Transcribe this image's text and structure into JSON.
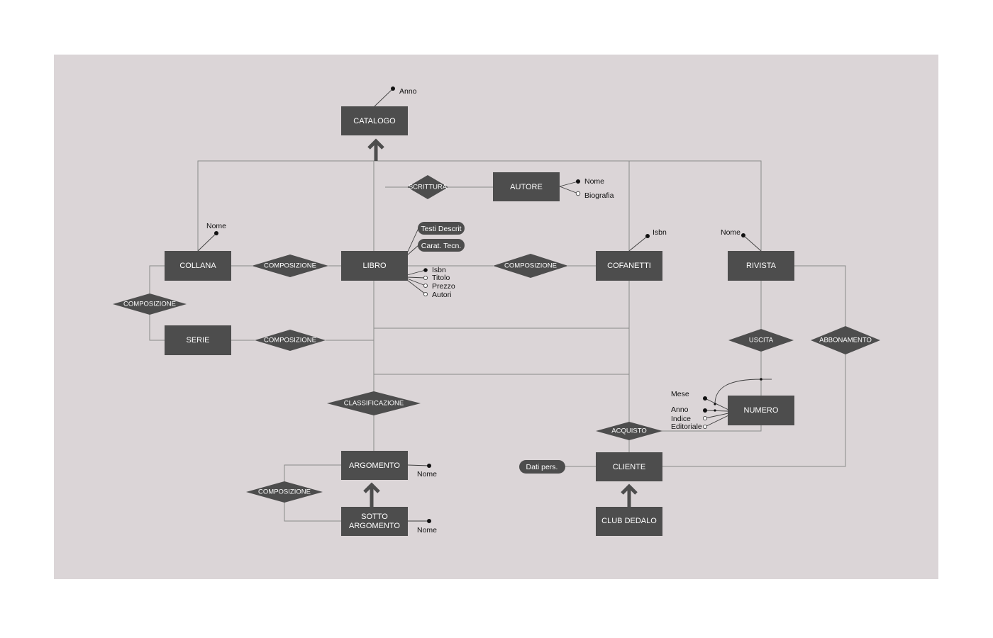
{
  "diagram": {
    "entities": {
      "catalogo": "CATALOGO",
      "autore": "AUTORE",
      "collana": "COLLANA",
      "libro": "LIBRO",
      "cofanetti": "COFANETTI",
      "rivista": "RIVISTA",
      "serie": "SERIE",
      "numero": "NUMERO",
      "argomento": "ARGOMENTO",
      "sotto_argomento": [
        "SOTTO",
        "ARGOMENTO"
      ],
      "cliente": "CLIENTE",
      "club_dedalo": "CLUB DEDALO"
    },
    "relationships": {
      "scrittura": "SCRITTURA",
      "composizione_collana_libro": "COMPOSIZIONE",
      "composizione_libro_cofanetti": "COMPOSIZIONE",
      "composizione_collana_serie": "COMPOSIZIONE",
      "composizione_serie_libro": "COMPOSIZIONE",
      "uscita": "USCITA",
      "abbonamento": "ABBONAMENTO",
      "classificazione": "CLASSIFICAZIONE",
      "acquisto": "ACQUISTO",
      "composizione_argomento": "COMPOSIZIONE"
    },
    "attributes": {
      "catalogo_anno": "Anno",
      "autore_nome": "Nome",
      "autore_biografia": "Biografia",
      "collana_nome": "Nome",
      "cofanetti_isbn": "Isbn",
      "rivista_nome": "Nome",
      "libro_isbn": "Isbn",
      "libro_titolo": "Titolo",
      "libro_prezzo": "Prezzo",
      "libro_autori": "Autori",
      "numero_mese": "Mese",
      "numero_anno": "Anno",
      "numero_indice": "Indice",
      "numero_editoriale": "Editoriale",
      "argomento_nome": "Nome",
      "sotto_argomento_nome": "Nome"
    },
    "composite_attributes": {
      "libro_testi_descrit": "Testi Descrit",
      "libro_carat_tecn": "Carat. Tecn.",
      "cliente_dati_pers": "Dati pers."
    },
    "colors": {
      "background": "#dbd5d7",
      "shape_fill": "#4d4d4d",
      "connector": "#8a8a8a"
    }
  }
}
